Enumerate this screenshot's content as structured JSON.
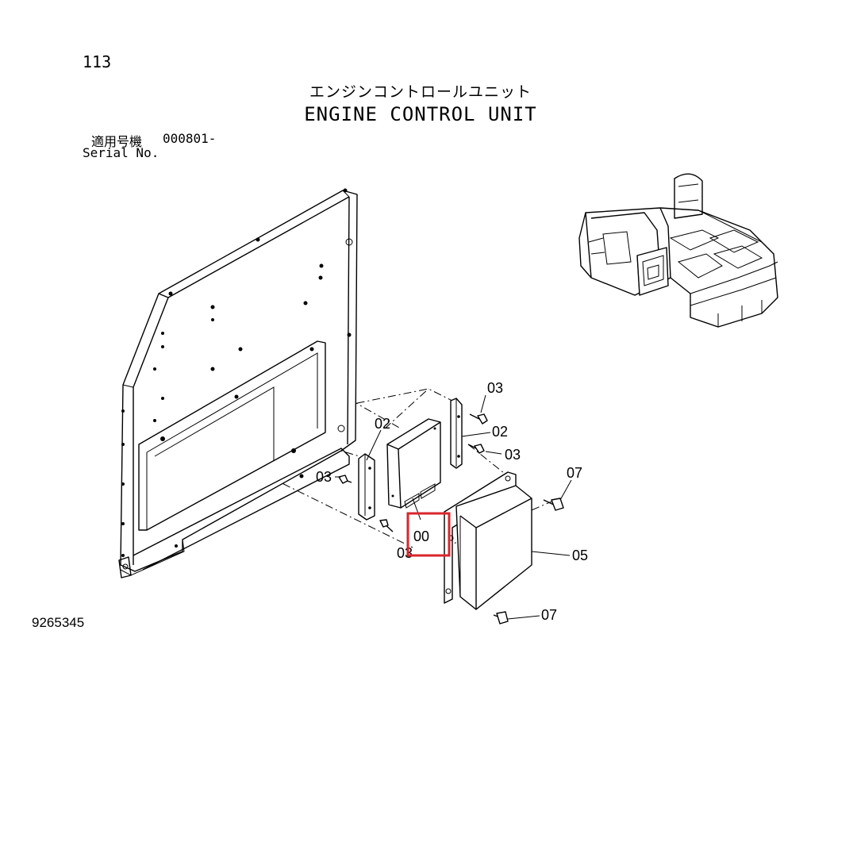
{
  "page_number": "113",
  "title_jp": "エンジンコントロールユニット",
  "title_en": "ENGINE CONTROL UNIT",
  "serial": {
    "label_jp": "適用号機",
    "range": "000801-",
    "label_en": "Serial No."
  },
  "drawing_number": "9265345",
  "callouts": {
    "c03_top": "03",
    "c02_right": "02",
    "c03_right": "03",
    "c02_left": "02",
    "c03_left": "03",
    "c07_top": "07",
    "c00": "00",
    "c03_bottom": "03",
    "c05": "05",
    "c07_bottom": "07"
  },
  "highlight_color": "#d9262c"
}
